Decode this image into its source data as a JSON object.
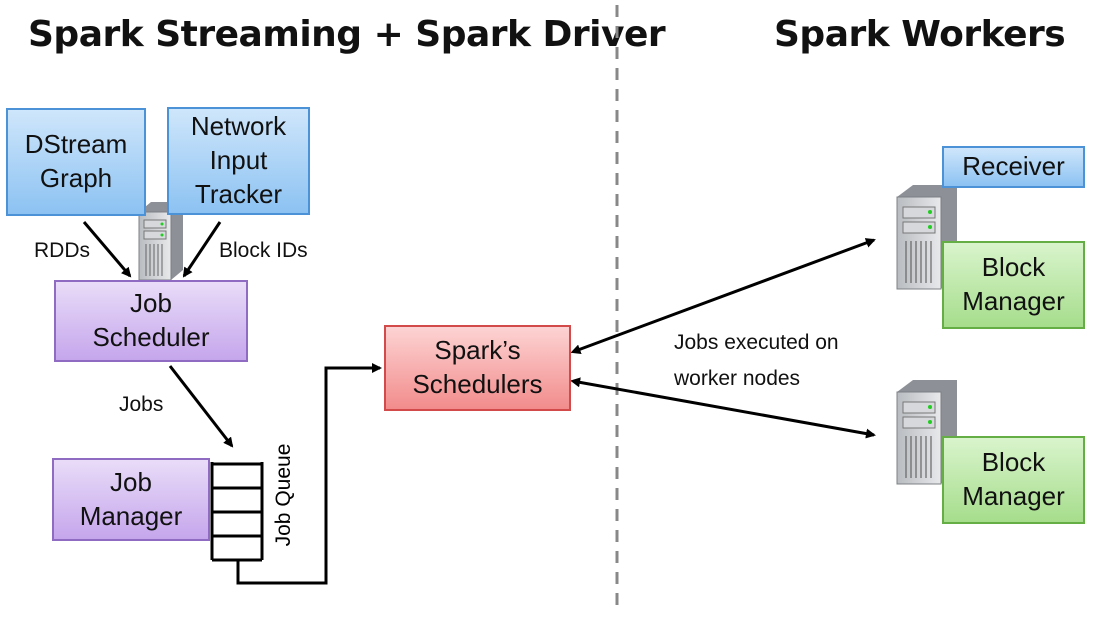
{
  "titles": {
    "left": "Spark Streaming + Spark Driver",
    "right": "Spark Workers"
  },
  "boxes": {
    "dstream_graph": "DStream\nGraph",
    "network_input_tracker": "Network\nInput\nTracker",
    "job_scheduler": "Job\nScheduler",
    "job_manager": "Job\nManager",
    "sparks_schedulers": "Spark’s\nSchedulers",
    "receiver": "Receiver",
    "block_manager_1": "Block\nManager",
    "block_manager_2": "Block\nManager"
  },
  "labels": {
    "rdds": "RDDs",
    "block_ids": "Block IDs",
    "jobs": "Jobs",
    "job_queue": "Job Queue",
    "jobs_executed_line1": "Jobs executed on",
    "jobs_executed_line2": "worker nodes"
  },
  "colors": {
    "blue_box": "#8cc2f2",
    "purple_box": "#c5a6ec",
    "red_box": "#f28c8c",
    "green_box": "#a6dd8c",
    "divider": "#888888"
  },
  "icons": [
    "server-icon",
    "server-icon",
    "server-icon"
  ]
}
